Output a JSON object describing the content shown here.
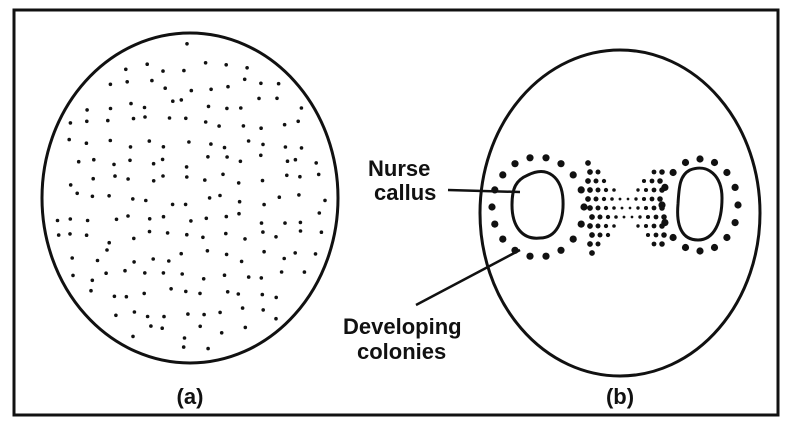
{
  "panels": [
    {
      "caption": "(a)"
    },
    {
      "caption": "(b)"
    }
  ],
  "labels": {
    "nurse_line1": "Nurse",
    "nurse_line2": "callus",
    "dev_line1": "Developing",
    "dev_line2": "colonies"
  },
  "colors": {
    "ink": "#111111",
    "background": "#ffffff"
  }
}
